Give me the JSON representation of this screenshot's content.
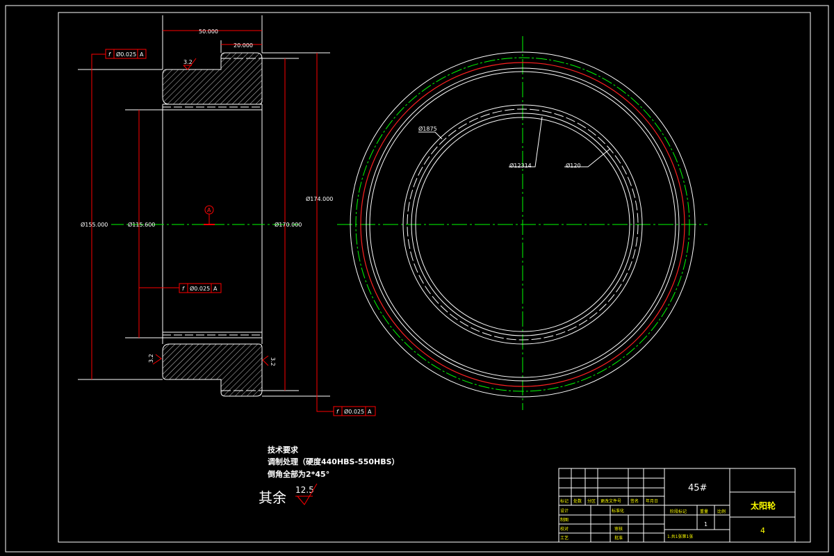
{
  "drawing": {
    "colors": {
      "background": "#000000",
      "outline": "#ffffff",
      "centerline": "#00ff00",
      "dimension": "#ff0000",
      "hatch": "#ffffff",
      "pitch_circle": "#ff0000",
      "note_text": "#ffff00"
    },
    "section_view": {
      "dims": {
        "width_overall": "50.000",
        "width_hub": "20.000",
        "dia_155": "Ø155.000",
        "dia_115": "Ø115.600",
        "dia_170": "Ø170.000",
        "dia_174": "Ø174.000"
      },
      "tolerance_frames": [
        {
          "symbol": "f",
          "value": "Ø0.025",
          "datum": "A"
        },
        {
          "symbol": "f",
          "value": "Ø0.025",
          "datum": "A"
        },
        {
          "symbol": "f",
          "value": "Ø0.025",
          "datum": "A"
        }
      ],
      "datum_label": "A",
      "roughness": [
        "3.2",
        "3.2",
        "3.2"
      ]
    },
    "front_view": {
      "dims": {
        "d_1875": "Ø1875",
        "d_12314": "Ø12314",
        "d_120": "Ø120"
      }
    },
    "notes": {
      "title": "技术要求",
      "line1": "调制处理（硬度440HBS-550HBS）",
      "line2": "倒角全部为2*45°",
      "rest_label": "其余",
      "rest_value": "12.5"
    },
    "title_block": {
      "material": "45#",
      "part_name": "太阳轮",
      "drawing_no": "4",
      "quantity": "1",
      "headers": [
        "标记",
        "处数",
        "分区",
        "更改文件号",
        "签名",
        "年月日"
      ],
      "row_labels": [
        "设计",
        "制图",
        "校对",
        "工艺"
      ],
      "std_label": "标准化",
      "review_label": "审核",
      "approve_label": "批准",
      "stage_label": "阶段标记",
      "weight_label": "重量",
      "scale_label": "比例",
      "sheet_text": "1.共1张第1张"
    }
  }
}
